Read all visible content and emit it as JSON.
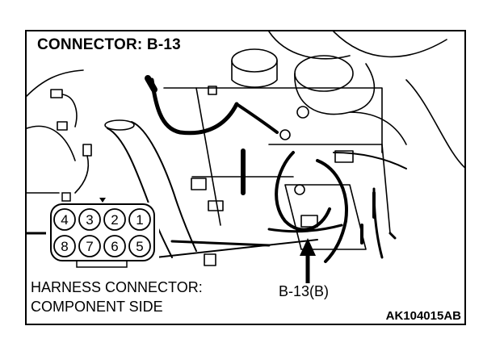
{
  "title": "CONNECTOR: B-13",
  "caption": {
    "line1": "HARNESS CONNECTOR:",
    "line2": "COMPONENT SIDE"
  },
  "callout": "B-13(B)",
  "figure_code": "AK104015AB",
  "connector": {
    "top_row": [
      "4",
      "3",
      "2",
      "1"
    ],
    "bottom_row": [
      "8",
      "7",
      "6",
      "5"
    ]
  }
}
